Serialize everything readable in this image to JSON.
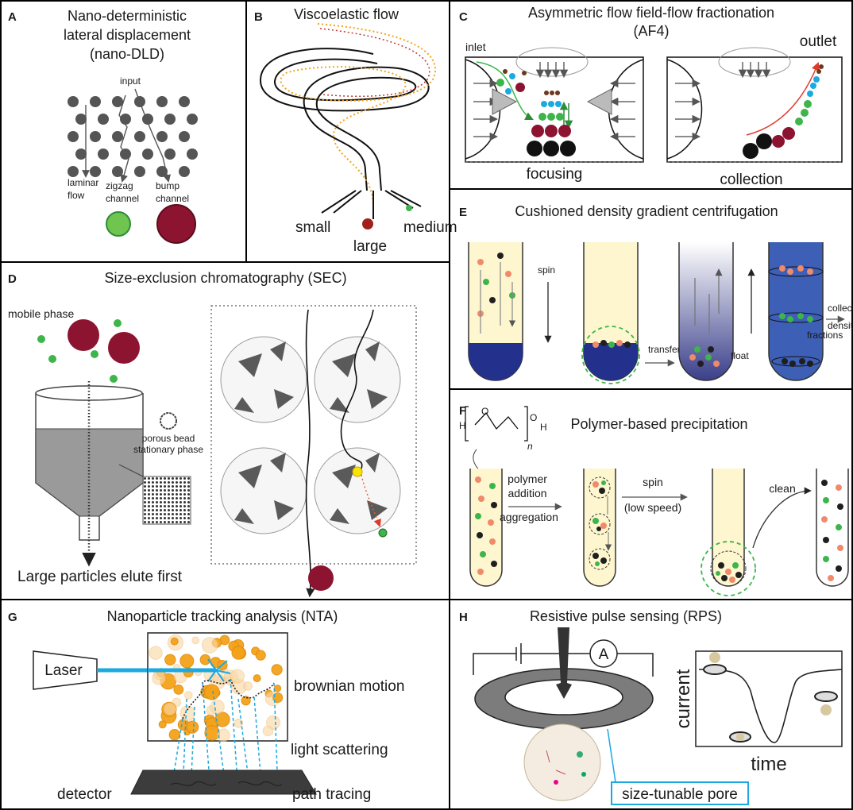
{
  "panels": {
    "A": {
      "letter": "A",
      "title_lines": [
        "Nano-deterministic",
        "lateral displacement",
        "(nano-DLD)"
      ],
      "input": "input",
      "laminar": [
        "laminar",
        "flow"
      ],
      "zigzag": [
        "zigzag",
        "channel"
      ],
      "bump": [
        "bump",
        "channel"
      ]
    },
    "B": {
      "letter": "B",
      "title": "Viscoelastic flow",
      "small": "small",
      "large": "large",
      "medium": "medium"
    },
    "C": {
      "letter": "C",
      "title_lines": [
        "Asymmetric flow field-flow fractionation",
        "(AF4)"
      ],
      "inlet": "inlet",
      "outlet": "outlet",
      "focusing": "focusing",
      "collection": "collection"
    },
    "D": {
      "letter": "D",
      "title": "Size-exclusion chromatography (SEC)",
      "mobile_phase": "mobile phase",
      "porous_bead": "porous bead",
      "stationary_phase": "stationary phase",
      "caption": "Large particles elute first"
    },
    "E": {
      "letter": "E",
      "title": "Cushioned density gradient centrifugation",
      "spin": "spin",
      "transfer": "transfer",
      "float": "float",
      "collect_lines": [
        "collect",
        "density",
        "fractions"
      ]
    },
    "F": {
      "letter": "F",
      "title": "Polymer-based precipitation",
      "h_left": "H",
      "o_left": "O",
      "o_right": "O",
      "h_right": "H",
      "n": "n",
      "polymer_lines": [
        "polymer",
        "addition"
      ],
      "aggregation": "aggregation",
      "spin": "spin",
      "low_speed": "(low speed)",
      "clean": "clean"
    },
    "G": {
      "letter": "G",
      "title": "Nanoparticle tracking analysis (NTA)",
      "laser": "Laser",
      "brownian": "brownian motion",
      "scattering": "light scattering",
      "detector": "detector",
      "tracing": "path tracing"
    },
    "H": {
      "letter": "H",
      "title": "Resistive pulse sensing (RPS)",
      "ammeter": "A",
      "current": "current",
      "time": "time",
      "pore": "size-tunable pore"
    }
  },
  "colors": {
    "dark_red": "#8c1430",
    "green": "#3db54a",
    "black": "#1f1f1f",
    "cyan": "#1ba9e1",
    "brown": "#6b3a1e",
    "salmon": "#f08a6a",
    "orange": "#f4a21a",
    "gold": "#f7c500",
    "dark_blue": "#24318c",
    "pale_yellow": "#fdf6cf",
    "gray_dot": "#555555"
  }
}
